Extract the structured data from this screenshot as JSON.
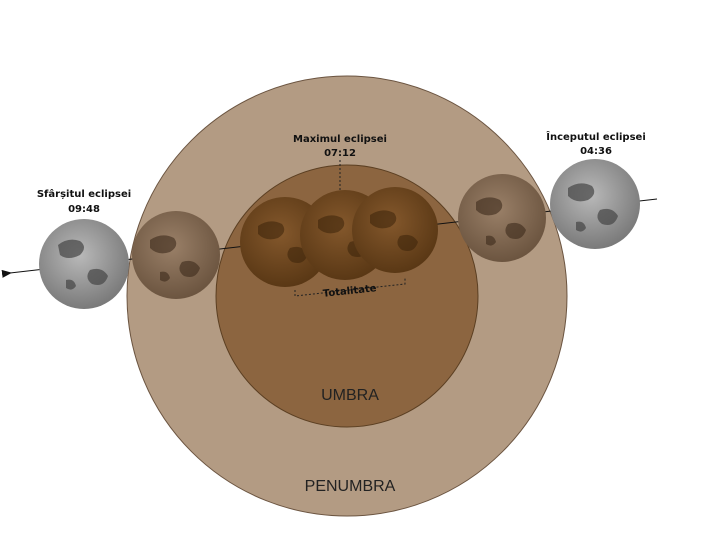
{
  "labels": {
    "start_title": "Începutul eclipsei",
    "start_time": "04:36",
    "max_title": "Maximul eclipsei",
    "max_time": "07:12",
    "end_title": "Sfârșitul eclipsei",
    "end_time": "09:48",
    "totality": "Totalitate",
    "umbra": "UMBRA",
    "penumbra": "PENUMBRA"
  },
  "colors": {
    "penumbra": "#b49c84",
    "umbra": "#8a6440",
    "moon_full": "#8e8e8e",
    "moon_penumbral": "#7d6650",
    "moon_total": "#6a4522"
  }
}
